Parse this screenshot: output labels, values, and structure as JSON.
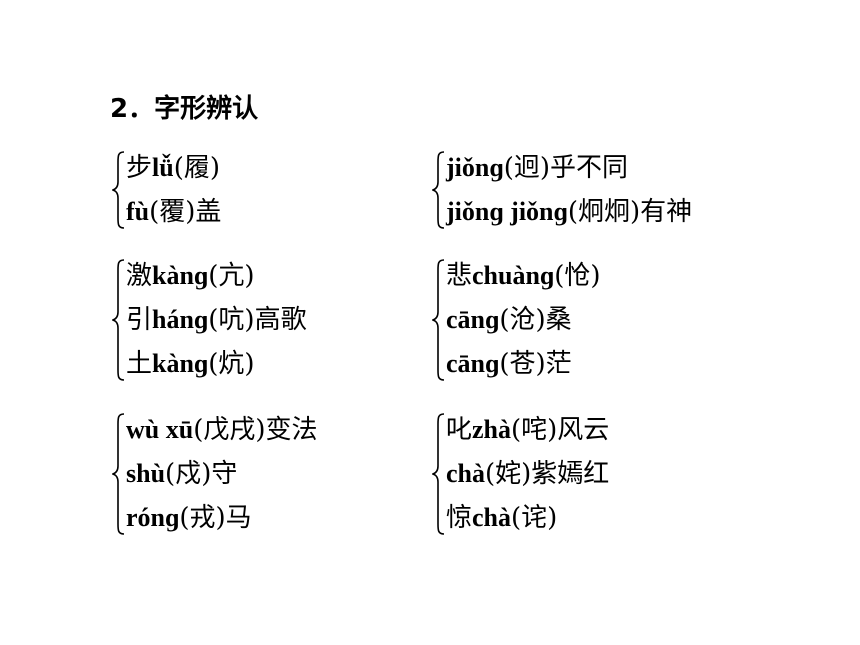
{
  "heading": "2．字形辨认",
  "groups": [
    {
      "lines": [
        [
          {
            "t": "步",
            "b": false
          },
          {
            "t": "lǚ",
            "b": true
          },
          {
            "t": "(履)",
            "b": false
          }
        ],
        [
          {
            "t": "fù",
            "b": true
          },
          {
            "t": "(覆)盖",
            "b": false
          }
        ]
      ]
    },
    {
      "lines": [
        [
          {
            "t": "jiǒnɡ",
            "b": true
          },
          {
            "t": "(迥)乎不同",
            "b": false
          }
        ],
        [
          {
            "t": "jiǒnɡ jiǒnɡ",
            "b": true
          },
          {
            "t": "(炯炯)有神",
            "b": false
          }
        ]
      ]
    },
    {
      "lines": [
        [
          {
            "t": "激",
            "b": false
          },
          {
            "t": "kànɡ",
            "b": true
          },
          {
            "t": "(亢)",
            "b": false
          }
        ],
        [
          {
            "t": "引",
            "b": false
          },
          {
            "t": "hánɡ",
            "b": true
          },
          {
            "t": "(吭)高歌",
            "b": false
          }
        ],
        [
          {
            "t": "土",
            "b": false
          },
          {
            "t": "kànɡ",
            "b": true
          },
          {
            "t": "(炕)",
            "b": false
          }
        ]
      ]
    },
    {
      "lines": [
        [
          {
            "t": "悲",
            "b": false
          },
          {
            "t": "chuànɡ",
            "b": true
          },
          {
            "t": "(怆)",
            "b": false
          }
        ],
        [
          {
            "t": "cānɡ",
            "b": true
          },
          {
            "t": "(沧)桑",
            "b": false
          }
        ],
        [
          {
            "t": "cānɡ",
            "b": true
          },
          {
            "t": "(苍)茫",
            "b": false
          }
        ]
      ]
    },
    {
      "lines": [
        [
          {
            "t": "wù xū",
            "b": true
          },
          {
            "t": "(戊戌)变法",
            "b": false
          }
        ],
        [
          {
            "t": "shù",
            "b": true
          },
          {
            "t": "(戍)守",
            "b": false
          }
        ],
        [
          {
            "t": "rónɡ",
            "b": true
          },
          {
            "t": "(戎)马",
            "b": false
          }
        ]
      ]
    },
    {
      "lines": [
        [
          {
            "t": "叱",
            "b": false
          },
          {
            "t": "zhà",
            "b": true
          },
          {
            "t": "(咤)风云",
            "b": false
          }
        ],
        [
          {
            "t": "chà",
            "b": true
          },
          {
            "t": "(姹)紫嫣红",
            "b": false
          }
        ],
        [
          {
            "t": "惊",
            "b": false
          },
          {
            "t": "chà",
            "b": true
          },
          {
            "t": "(诧)",
            "b": false
          }
        ]
      ]
    }
  ]
}
